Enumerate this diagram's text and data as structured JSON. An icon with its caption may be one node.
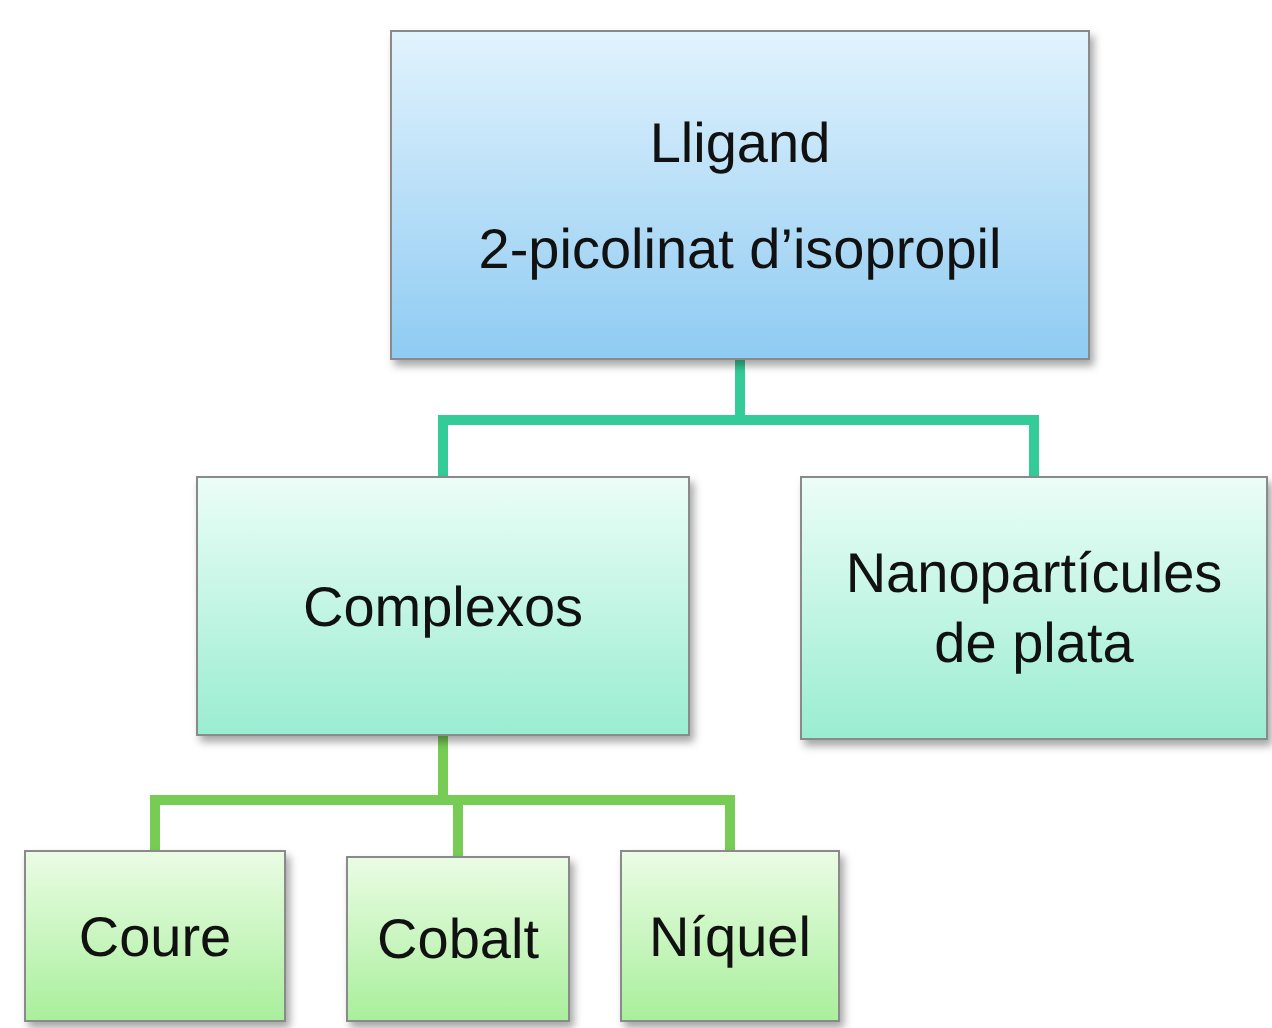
{
  "diagram": {
    "nodes": [
      {
        "text": [
          "Lligand",
          "2-picolinat d’isopropil"
        ]
      },
      {
        "text": [
          "Complexos"
        ]
      },
      {
        "text": [
          "Nanopartícules de plata"
        ]
      },
      {
        "text": [
          "Coure"
        ]
      },
      {
        "text": [
          "Cobalt"
        ]
      },
      {
        "text": [
          "Níquel"
        ]
      }
    ],
    "edges": [
      {
        "from": 0,
        "to": 1,
        "arrow": "none",
        "color": "#33cc99"
      },
      {
        "from": 0,
        "to": 2,
        "arrow": "none",
        "color": "#33cc99"
      },
      {
        "from": 1,
        "to": 3,
        "arrow": "none"
      },
      {
        "from": 1,
        "to": 4,
        "arrow": "none"
      },
      {
        "from": 1,
        "to": 5,
        "arrow": "none"
      }
    ]
  }
}
